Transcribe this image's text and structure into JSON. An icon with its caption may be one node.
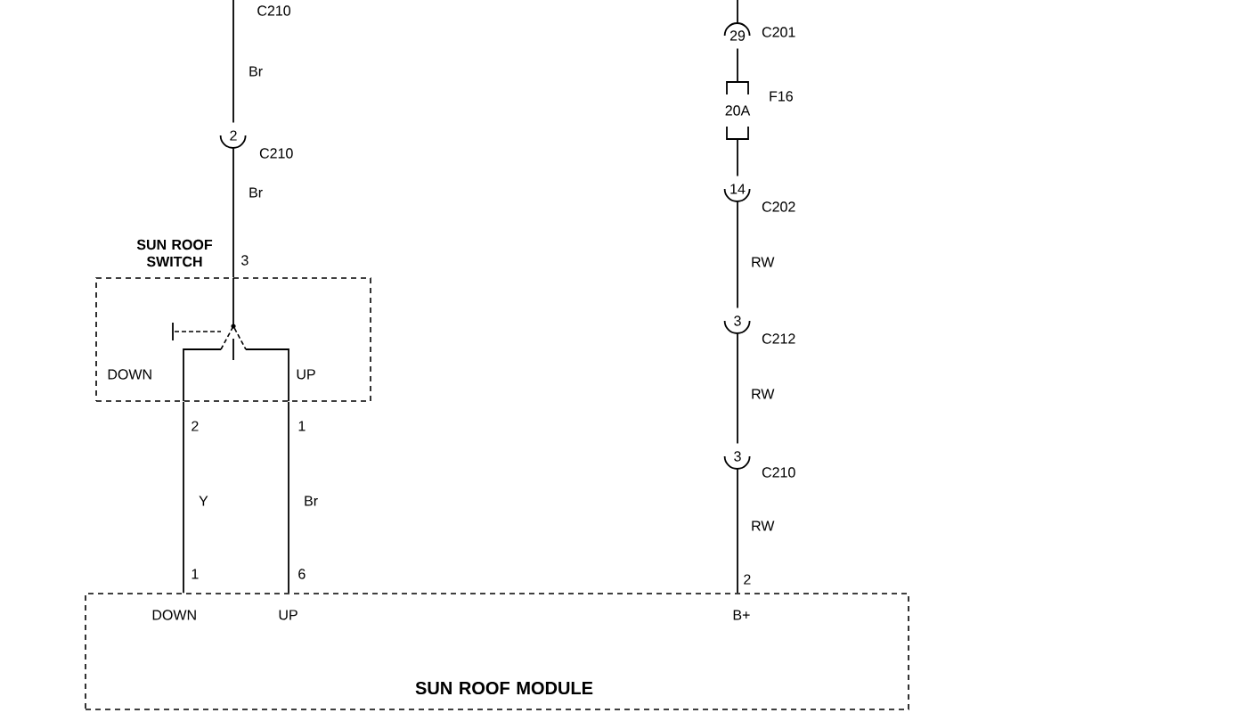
{
  "diagram": {
    "nodes": [
      {
        "text": [
          "SUN ROOF SWITCH"
        ]
      },
      {
        "text": [
          "SUN ROOF MODULE"
        ]
      },
      {
        "text": [
          "2"
        ],
        "beside": [
          "C210"
        ]
      },
      {
        "text": [
          "29"
        ],
        "beside": [
          "C201"
        ]
      },
      {
        "text": [
          "20A"
        ],
        "beside": [
          "F16"
        ]
      },
      {
        "text": [
          "14"
        ],
        "beside": [
          "C202"
        ]
      },
      {
        "text": [
          "3"
        ],
        "beside": [
          "C212"
        ]
      },
      {
        "text": [
          "3"
        ],
        "beside": [
          "C210"
        ]
      }
    ],
    "edges": [
      {
        "from": null,
        "to": 2,
        "arrow": "none",
        "label": "Br"
      },
      {
        "from": 2,
        "to": 0,
        "arrow": "none",
        "label": "Br"
      },
      {
        "from": 0,
        "to": 1,
        "arrow": "none",
        "label": "Y"
      },
      {
        "from": 0,
        "to": 1,
        "arrow": "none",
        "label": "Br"
      },
      {
        "from": null,
        "to": 3,
        "arrow": "none"
      },
      {
        "from": 3,
        "to": 4,
        "arrow": "none"
      },
      {
        "from": 4,
        "to": 5,
        "arrow": "none"
      },
      {
        "from": 5,
        "to": 6,
        "arrow": "none",
        "label": "RW"
      },
      {
        "from": 6,
        "to": 7,
        "arrow": "none",
        "label": "RW"
      },
      {
        "from": 7,
        "to": 1,
        "arrow": "none",
        "label": "RW"
      }
    ],
    "labels": [
      "C210",
      "3",
      "DOWN",
      "UP",
      "2",
      "1",
      "1",
      "6",
      "2",
      "DOWN",
      "UP",
      "B+"
    ]
  }
}
